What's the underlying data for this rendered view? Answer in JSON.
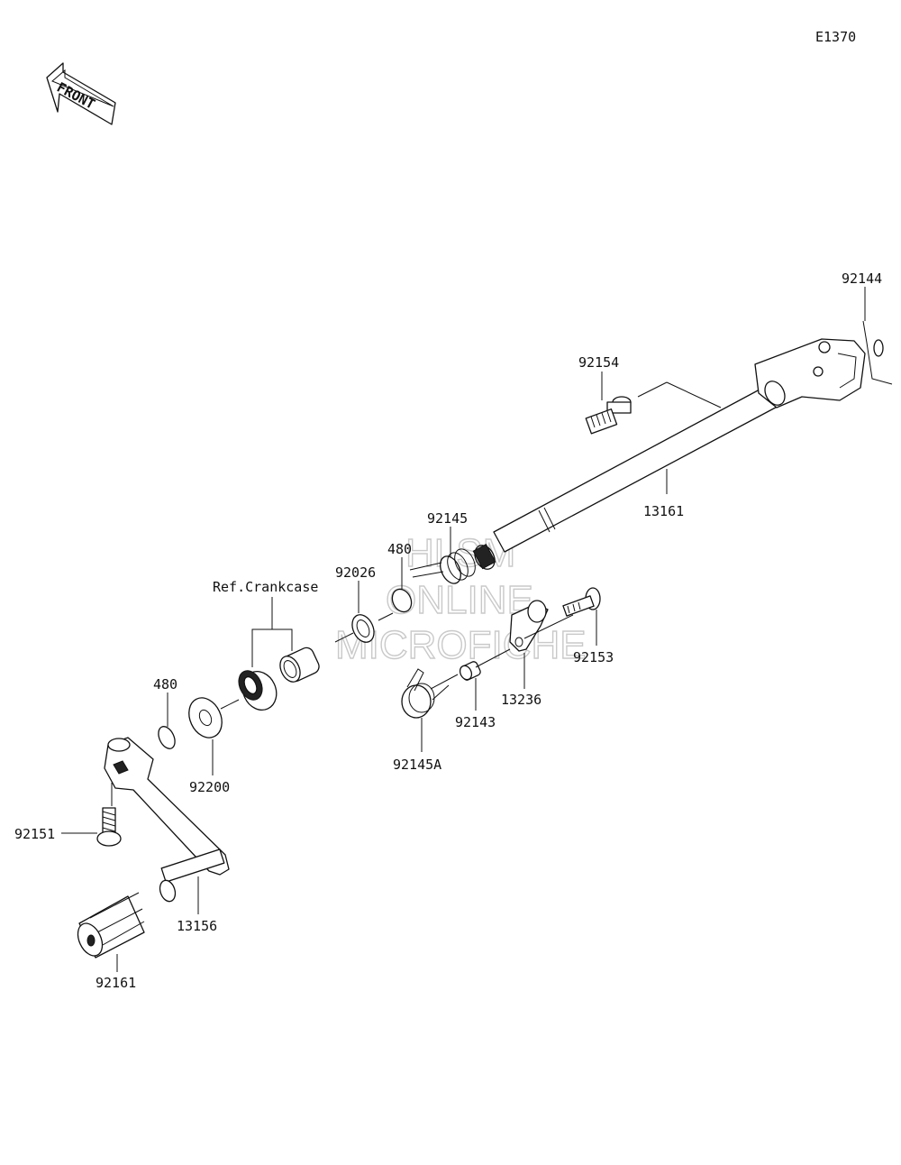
{
  "diagram_code": "E1370",
  "direction_label": "FRONT",
  "watermark": [
    "HLSM",
    "ONLINE",
    "MICROFICHE"
  ],
  "parts": {
    "p92144": "92144",
    "p92154": "92154",
    "p13161": "13161",
    "p92145": "92145",
    "p480a": "480",
    "p92026": "92026",
    "ref_crankcase": "Ref.Crankcase",
    "p92153": "92153",
    "p13236": "13236",
    "p92143": "92143",
    "p92145a": "92145A",
    "p480b": "480",
    "p92200": "92200",
    "p92151": "92151",
    "p13156": "13156",
    "p92161": "92161"
  }
}
